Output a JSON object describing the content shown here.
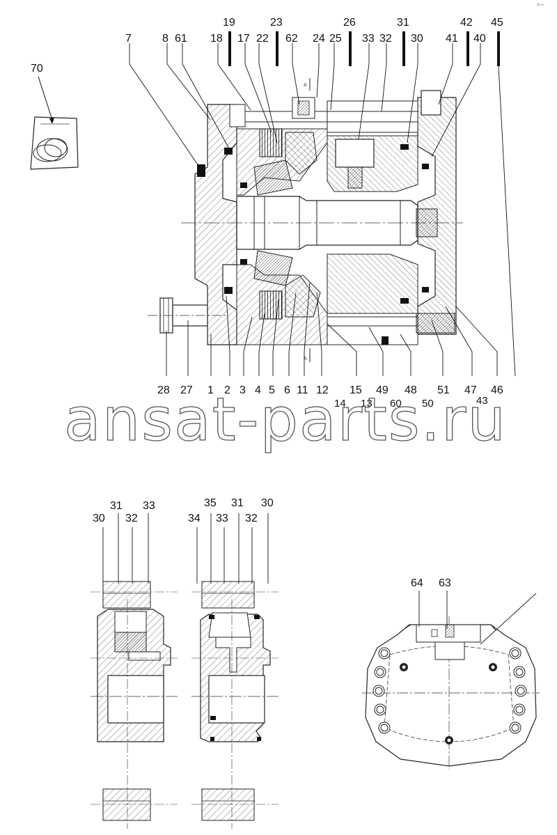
{
  "watermark": "ansat-parts.ru",
  "corner_mark": "r---",
  "kit_label": "70",
  "main_top_labels": [
    "7",
    "8",
    "61",
    "18",
    "19",
    "17",
    "22",
    "23",
    "62",
    "24",
    "25",
    "26",
    "33",
    "32",
    "31",
    "30",
    "41",
    "42",
    "40",
    "45"
  ],
  "main_bottom_labels": [
    "28",
    "27",
    "1",
    "2",
    "3",
    "4",
    "5",
    "6",
    "11",
    "12",
    "15",
    "49",
    "48",
    "51",
    "47",
    "46"
  ],
  "main_bottom_second_row": [
    "14",
    "13",
    "60",
    "50",
    "43"
  ],
  "section_marks": [
    "A",
    "A"
  ],
  "detail_left_labels": [
    "30",
    "31",
    "32",
    "33"
  ],
  "detail_mid_labels": [
    "34",
    "35",
    "33",
    "31",
    "32",
    "30"
  ],
  "detail_right_labels": [
    "64",
    "63"
  ]
}
